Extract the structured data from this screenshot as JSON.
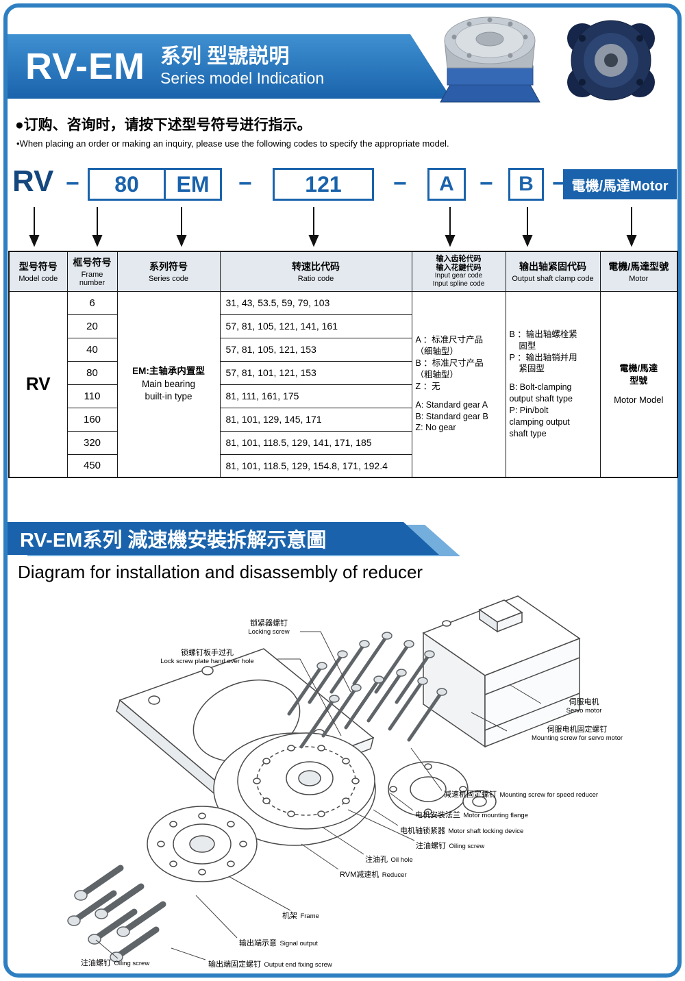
{
  "header": {
    "title_code": "RV-EM",
    "title_cn": "系列 型號説明",
    "title_en": "Series model Indication"
  },
  "intro": {
    "cn": "●订购、咨询时，请按下述型号符号进行指示。",
    "en": "•When placing an order or making an inquiry, please use the following codes to specify the appropriate model."
  },
  "code_row": {
    "prefix": "RV",
    "dash": "−",
    "frame": "80",
    "series": "EM",
    "ratio": "121",
    "gear": "A",
    "clamp": "B",
    "motor": "電機/馬達Motor"
  },
  "table": {
    "headers": [
      {
        "cn": "型号符号",
        "en": "Model code"
      },
      {
        "cn": "框号符号",
        "en": "Frame number"
      },
      {
        "cn": "系列符号",
        "en": "Series code"
      },
      {
        "cn": "转速比代码",
        "en": "Ratio code"
      },
      {
        "cn": "输入齿轮代码\n输入花鍵代码",
        "en": "Input gear code\nInput spline code"
      },
      {
        "cn": "输出轴紧固代码",
        "en": "Output shaft clamp code"
      },
      {
        "cn": "電機/馬達型號",
        "en": "Motor"
      }
    ],
    "model_code": "RV",
    "series_cn": "EM:主轴承内置型",
    "series_en": "Main bearing\nbuilt-in type",
    "rows": [
      {
        "frame": "6",
        "ratios": "31, 43, 53.5, 59, 79, 103"
      },
      {
        "frame": "20",
        "ratios": "57, 81, 105, 121, 141, 161"
      },
      {
        "frame": "40",
        "ratios": "57, 81, 105, 121, 153"
      },
      {
        "frame": "80",
        "ratios": "57, 81, 101, 121, 153"
      },
      {
        "frame": "110",
        "ratios": "81, 111, 161, 175"
      },
      {
        "frame": "160",
        "ratios": "81, 101, 129, 145, 171"
      },
      {
        "frame": "320",
        "ratios": "81, 101, 118.5, 129, 141, 171, 185"
      },
      {
        "frame": "450",
        "ratios": "81, 101, 118.5, 129, 154.8, 171, 192.4"
      }
    ],
    "input_gear_cn": "A ：标准尺寸产品\n（细轴型）\nB ：标准尺寸产品\n（粗轴型）\nZ ：无",
    "input_gear_en": "A: Standard gear A\nB: Standard gear B\nZ: No gear",
    "output_clamp_cn": "B ：输出轴螺栓紧\n    固型\nP ：输出轴销并用\n    紧固型",
    "output_clamp_en": "B: Bolt-clamping\noutput shaft type\nP: Pin/bolt\nclamping output\nshaft type",
    "motor_cn": "電機/馬達\n型號",
    "motor_en": "Motor Model"
  },
  "section2": {
    "banner": "RV-EM系列 減速機安裝拆解示意圖",
    "subtitle": "Diagram for installation and disassembly of reducer"
  },
  "diagram": {
    "labels": [
      {
        "cn": "锁紧器螺钉",
        "en": "Locking screw"
      },
      {
        "cn": "锁螺钉板手过孔",
        "en": "Lock screw plate hand over hole"
      },
      {
        "cn": "伺服电机",
        "en": "Servo motor"
      },
      {
        "cn": "伺服电机固定螺钉",
        "en": "Mounting screw for servo motor"
      },
      {
        "cn": "减速机固定螺钉",
        "en": "Mounting screw for speed reducer"
      },
      {
        "cn": "电机安装法兰",
        "en": "Motor mounting flange"
      },
      {
        "cn": "电机轴锁紧器",
        "en": "Motor shaft locking device"
      },
      {
        "cn": "注油螺钉",
        "en": "Oiling screw"
      },
      {
        "cn": "注油孔",
        "en": "Oil hole"
      },
      {
        "cn": "RVM减速机",
        "en": "Reducer"
      },
      {
        "cn": "机架",
        "en": "Frame"
      },
      {
        "cn": "输出端示意",
        "en": "Signal output"
      },
      {
        "cn": "注油螺钉",
        "en": "Oiling screw"
      },
      {
        "cn": "输出端固定螺钉",
        "en": "Output end fixing screw"
      }
    ]
  },
  "colors": {
    "accent_blue": "#1a63ac",
    "frame_border": "#2e7fc1",
    "table_header_bg": "#e3e9ef"
  }
}
